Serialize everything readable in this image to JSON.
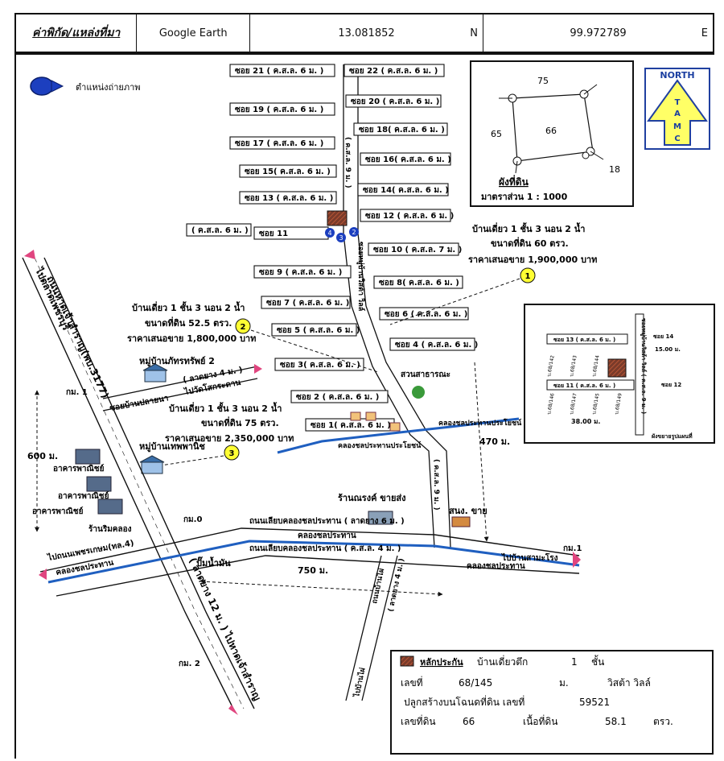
{
  "header": {
    "label": "ค่าพิกัด/แหล่งที่มา",
    "source": "Google Earth",
    "lat": "13.081852",
    "lat_dir": "N",
    "lon": "99.972789",
    "lon_dir": "E"
  },
  "legend": {
    "photo_point": "ตำแหน่งถ่ายภาพ"
  },
  "north": {
    "north": "NORTH",
    "letters": [
      "T",
      "A",
      "M",
      "C"
    ]
  },
  "plot_diagram": {
    "n75": "75",
    "n65": "65",
    "n66": "66",
    "n18": "18",
    "title": "ผังที่ดิน",
    "scale": "มาตราส่วน 1 : 1000"
  },
  "sois": {
    "s21": "ซอย 21 ( ค.ส.ล. 6 ม. )",
    "s22": "ซอย 22 ( ค.ส.ล. 6 ม. )",
    "s19": "ซอย 19 ( ค.ส.ล. 6 ม. )",
    "s20": "ซอย 20 ( ค.ส.ล. 6 ม. )",
    "s17": "ซอย 17 ( ค.ส.ล. 6 ม. )",
    "s18": "ซอย 18( ค.ส.ล. 6 ม. )",
    "s15": "ซอย 15( ค.ส.ล. 6 ม. )",
    "s16": "ซอย 16( ค.ส.ล. 6 ม. )",
    "s13": "ซอย 13 ( ค.ส.ล. 6 ม. )",
    "s14": "ซอย 14( ค.ส.ล. 6 ม. )",
    "s11_kssl": "( ค.ส.ล. 6 ม. )",
    "s11": "ซอย 11",
    "s12": "ซอย 12 ( ค.ส.ล. 6 ม. )",
    "s9": "ซอย 9  ( ค.ส.ล. 6 ม. )",
    "s10": "ซอย 10 ( ค.ส.ล. 7 ม. )",
    "s7": "ซอย 7  ( ค.ส.ล. 6 ม. )",
    "s8": "ซอย 8( ค.ส.ล. 6 ม. )",
    "s5": "ซอย 5  ( ค.ส.ล. 6 ม. )",
    "s6": "ซอย 6  ( ค.ส.ล. 6 ม. )",
    "s3": "ซอย 3( ค.ส.ล. 6 ม. )",
    "s4": "ซอย 4  ( ค.ส.ล. 6 ม. )",
    "s2": "ซอย 2  ( ค.ส.ล. 6 ม. )",
    "s1": "ซอย 1( ค.ส.ล. 6 ม. )",
    "main_9m": "( ค.ส.ล. 9 ม. )",
    "main_name": "ซอยหมู่บ้านวิสต้า วิลล์"
  },
  "comparables": {
    "c1": {
      "num": "1",
      "l1": "บ้านเดี่ยว 1 ชั้น 3 นอน 2 น้ำ",
      "l2": "ขนาดที่ดิน 60 ตรว.",
      "l3": "ราคาเสนอขาย 1,900,000 บาท"
    },
    "c2": {
      "num": "2",
      "l1": "บ้านเดี่ยว 1 ชั้น 3 นอน 2 น้ำ",
      "l2": "ขนาดที่ดิน 52.5 ตรว.",
      "l3": "ราคาเสนอขาย 1,800,000 บาท"
    },
    "c3": {
      "num": "3",
      "l1": "บ้านเดี่ยว 1 ชั้น 3 นอน 2 น้ำ",
      "l2": "ขนาดที่ดิน 75 ตรว.",
      "l3": "ราคาเสนอขาย 2,350,000 บาท"
    }
  },
  "places": {
    "phattharasap": "หมู่บ้านภัทรทรัพย์ 2",
    "latyang4": "( ลาดยาง 4 ม. )",
    "to_klongkrathan": "ไปวัดโสกระดาน",
    "soi_ban_plai": "ซอยบ้านปลายนา",
    "km1_left": "กม. 1",
    "park": "สวนสาธารณะ",
    "canal_right": "คลองชลประทานประโยชน์",
    "canal_mid": "คลองชลประทานประโยชน์",
    "d470": "470 ม.",
    "d600": "600 ม.",
    "thepphanit": "หมู่บ้านเทพพานิช",
    "commercial1": "อาคารพาณิชย์",
    "commercial2": "อาคารพาณิชย์",
    "commercial3": "อาคารพาณิชย์",
    "roadside": "ร้านริมคลอง",
    "km0": "กม.0",
    "wholesale": "ร้านณรงค์ ขายส่ง",
    "dealer": "สนง. ขาย",
    "kssl9": "( ค.ส.ล. 9 ม. )",
    "road_upper": "ถนนเลียบคลองชลประทาน ( ลาดยาง 6 ม. )",
    "canal_top": "คลองชลประทาน",
    "road_lower": "ถนนเลียบคลองชลประทาน ( ค.ส.ล. 4 ม. )",
    "to_samcha": "ไปบ้านสามะโรง",
    "canal_bottom_right": "คลองชลประทาน",
    "km1_right": "กม.1",
    "to_phetkasem": "ไปถนนเพชรเกษม(ทล.4)",
    "canal_left": "คลองชลประทาน",
    "gas": "ปั๊มน้ำมัน",
    "d750": "750 ม.",
    "km2": "กม. 2",
    "road_3177": "ถนนหาดเจ้าสำราญ(พบ.3177)",
    "road_3177_lower": "( ลาดยาง 12 ม. ) ไปหาดเจ้าสำราญ",
    "to_talad": "ไปตลาดเพชรบุรี",
    "lane_khao": "ถนนบ้านไผ่",
    "lane_khao_sub": "( ลาดยาง 4 ม. )",
    "lane_to": "ไปบ้านไผ่"
  },
  "inset": {
    "s13": "ซอย 13 ( ค.ส.ล. 6 ม. )",
    "s14": "ซอย 14",
    "w15": "15.00 ม.",
    "s12": "ซอย 12",
    "s11": "ซอย 11 ( ค.ส.ล. 6 ม. )",
    "main": "ซอยหมู่บ้านวิสต้า วิลล์ ( ค.ส.ล. 9 ม. )",
    "w38": "38.00 ม.",
    "p142": "บ.68/142",
    "p143": "บ.68/143",
    "p144": "บ.68/144",
    "p146": "บ.68/146",
    "p147": "บ.68/147",
    "p145": "บ.68/145",
    "p149": "บ.68/149",
    "caption": "ผังขยายรูปแผนที่"
  },
  "info": {
    "head": "หลักประกัน",
    "type": "บ้านเดี่ยวตึก",
    "floors": "1",
    "floor_unit": "ชั้น",
    "no_label": "เลขที่",
    "no": "68/145",
    "moo_label": "ม.",
    "village": "วิสต้า วิลล์",
    "deed_label": "ปลูกสร้างบนโฉนดที่ดิน เลขที่",
    "deed": "59521",
    "parcel_label": "เลขที่ดิน",
    "parcel": "66",
    "area_label": "เนื้อที่ดิน",
    "area": "58.1",
    "area_unit": "ตรว."
  },
  "colors": {
    "road": "#ffffff",
    "canal": "#1f5fc0",
    "marker": "#ffff33",
    "arrow_pink": "#e0457f",
    "subject": "#7a3b2a",
    "north_fill": "#ffff66",
    "north_border": "#2040a0"
  }
}
